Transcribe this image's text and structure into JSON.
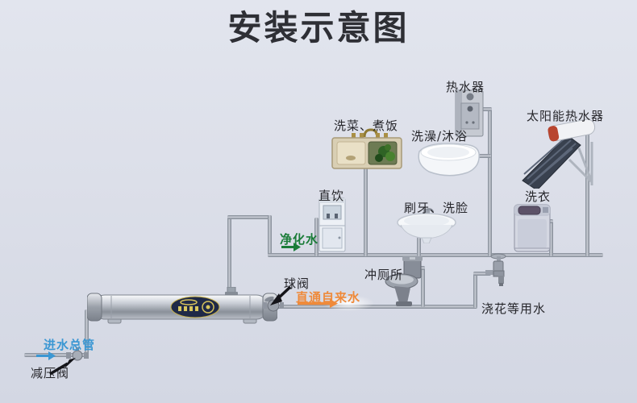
{
  "title": "安装示意图",
  "diagram": {
    "appliances": {
      "sink": {
        "label": "洗菜、煮饭"
      },
      "water_heater": {
        "label": "热水器"
      },
      "bath": {
        "label": "洗澡/沐浴"
      },
      "solar_heater": {
        "label": "太阳能热水器"
      },
      "drinking": {
        "label": "直饮"
      },
      "basin": {
        "label": "刷牙、洗脸"
      },
      "washing_machine": {
        "label": "洗衣"
      },
      "toilet": {
        "label": "冲厕所"
      },
      "garden": {
        "label": "浇花等用水"
      }
    },
    "annotations": {
      "purified_water": {
        "label": "净化水",
        "color": "#1a7c38"
      },
      "ball_valve": {
        "label": "球阀",
        "color": "#1c1c22"
      },
      "direct_tap_water": {
        "label": "直通自来水",
        "color": "#ef8a3a"
      },
      "inlet_main": {
        "label": "进水总管",
        "color": "#3b97d3"
      },
      "pressure_reducing_valve": {
        "label": "减压阀",
        "color": "#1c1c22"
      }
    },
    "colors": {
      "background": "#dcdfe9",
      "title_text": "#2e2f35",
      "pipe_gray": "#9aa1ac"
    }
  }
}
